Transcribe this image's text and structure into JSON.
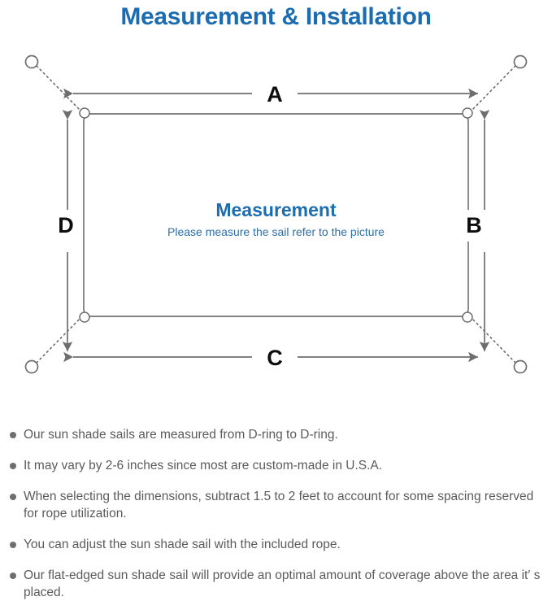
{
  "page": {
    "title": "Measurement & Installation",
    "title_color": "#1b6cb0"
  },
  "diagram": {
    "center_title": "Measurement",
    "center_subtitle": "Please measure the sail refer to the picture",
    "center_title_color": "#1b6cb0",
    "center_subtitle_color": "#2d6fa8",
    "line_color": "#6e6e6e",
    "sail_border_color": "#5a5a5a",
    "dimension_labels": {
      "top": "A",
      "right": "B",
      "bottom": "C",
      "left": "D"
    },
    "icons": {
      "anchor_ring": "circle-anchor-icon",
      "d_ring": "d-ring-icon",
      "rope": "dotted-rope-line-icon",
      "measure_arrow": "double-headed-arrow-icon"
    }
  },
  "notes": {
    "bullet_color": "#6e6e6e",
    "text_color": "#5b5b5b",
    "items": [
      "Our sun shade sails are measured from D-ring to D-ring.",
      "It may vary by 2-6 inches since most are custom-made in U.S.A.",
      "When selecting the dimensions, subtract 1.5 to 2 feet to account for some spacing reserved for rope utilization.",
      "You can adjust the sun shade sail with the included rope.",
      "Our flat-edged sun shade sail will provide an optimal amount of coverage above the area it′ s placed."
    ]
  }
}
